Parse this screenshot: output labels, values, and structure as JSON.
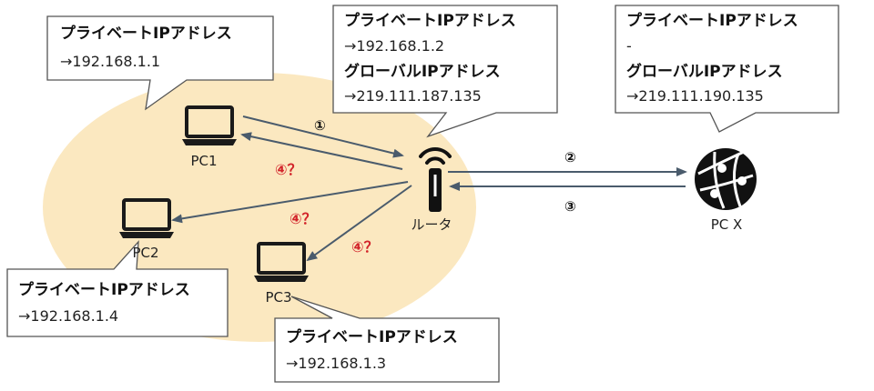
{
  "pc1": {
    "label": "PC1",
    "callout": {
      "line1": "プライベートIPアドレス",
      "line2": "→192.168.1.1"
    }
  },
  "pc2": {
    "label": "PC2",
    "callout": {
      "line1": "プライベートIPアドレス",
      "line2": "→192.168.1.4"
    }
  },
  "pc3": {
    "label": "PC3",
    "callout": {
      "line1": "プライベートIPアドレス",
      "line2": "→192.168.1.3"
    }
  },
  "router": {
    "label": "ルータ",
    "callout": {
      "line1": "プライベートIPアドレス",
      "line2": "→192.168.1.2",
      "line3": "グローバルIPアドレス",
      "line4": "→219.111.187.135"
    }
  },
  "pcx": {
    "label": "PC X",
    "callout": {
      "line1": "プライベートIPアドレス",
      "line2": "-",
      "line3": "グローバルIPアドレス",
      "line4": "→219.111.190.135"
    }
  },
  "steps": {
    "s1": "①",
    "s2": "②",
    "s3": "③",
    "s4a": "④？",
    "s4b": "④？",
    "s4c": "④？"
  },
  "colors": {
    "lan_area": "#fbe8c0",
    "arrow": "#4a5b6c",
    "unknown_step": "#d2232a"
  },
  "icons": {
    "laptop": "laptop-icon",
    "router": "wifi-router-icon",
    "internet": "globe-network-icon"
  }
}
